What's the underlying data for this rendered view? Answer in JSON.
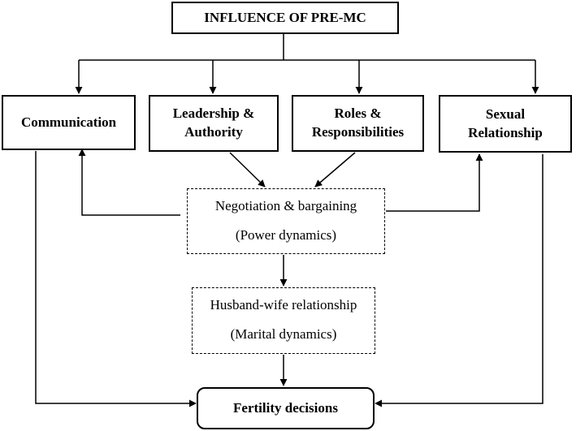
{
  "title": "INFLUENCE OF PRE-MC",
  "factors": {
    "communication": "Communication",
    "leadership_line1": "Leadership &",
    "leadership_line2": "Authority",
    "roles_line1": "Roles &",
    "roles_line2": "Responsibilities",
    "sexual_line1": "Sexual",
    "sexual_line2": "Relationship"
  },
  "negotiation": {
    "line1": "Negotiation & bargaining",
    "line2": "(Power dynamics)"
  },
  "marital": {
    "line1": "Husband-wife relationship",
    "line2": "(Marital dynamics)"
  },
  "outcome": "Fertility decisions"
}
